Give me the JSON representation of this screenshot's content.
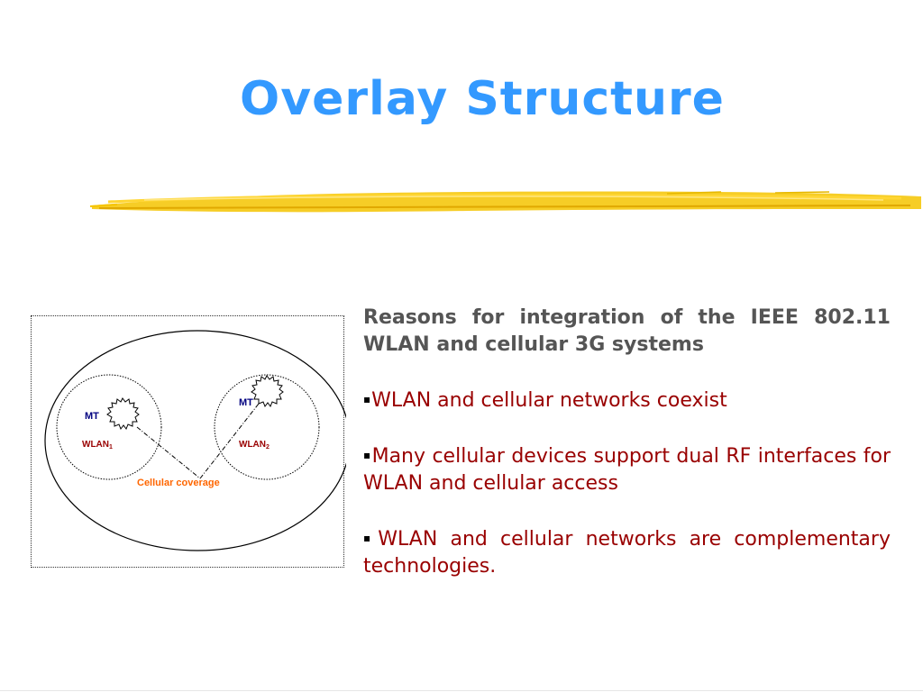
{
  "slide": {
    "title": "Overlay Structure",
    "colors": {
      "title": "#3399ff",
      "brush": "#f5c400",
      "heading": "#555555",
      "bullet_text": "#990000"
    }
  },
  "diagram": {
    "mt_label_1": "MT",
    "mt_label_2": "MT",
    "wlan1_base": "WLAN",
    "wlan1_sub": "1",
    "wlan2_base": "WLAN",
    "wlan2_sub": "2",
    "coverage_label": "Cellular coverage",
    "icons": [
      "mobile-terminal-icon",
      "mobile-terminal-icon"
    ]
  },
  "content": {
    "heading": "Reasons for integration of the IEEE 802.11 WLAN and cellular 3G systems",
    "bullet_marker": "▪",
    "bullets": [
      "WLAN and cellular networks coexist",
      "Many cellular devices support dual  RF interfaces for WLAN and cellular access",
      "WLAN and cellular networks are complementary technologies."
    ]
  }
}
